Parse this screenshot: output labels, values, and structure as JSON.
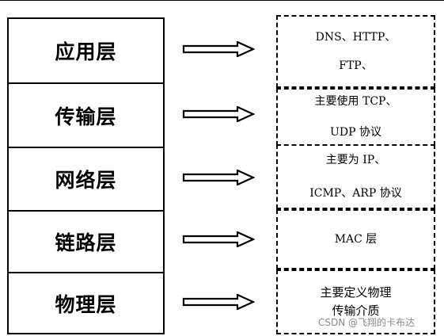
{
  "layers": [
    {
      "name": "应用层",
      "protocol": [
        "DNS、HTTP、",
        "FTP、"
      ]
    },
    {
      "name": "传输层",
      "protocol": [
        "主要使用 TCP、",
        "UDP 协议"
      ]
    },
    {
      "name": "网络层",
      "protocol": [
        "主要为 IP、",
        "ICMP、ARP 协议"
      ]
    },
    {
      "name": "链路层",
      "protocol": [
        "MAC 层"
      ]
    },
    {
      "name": "物理层",
      "protocol": [
        "主要定义物理",
        "传输介质"
      ]
    }
  ],
  "watermark": "CSDN @飞翔的卡布达"
}
